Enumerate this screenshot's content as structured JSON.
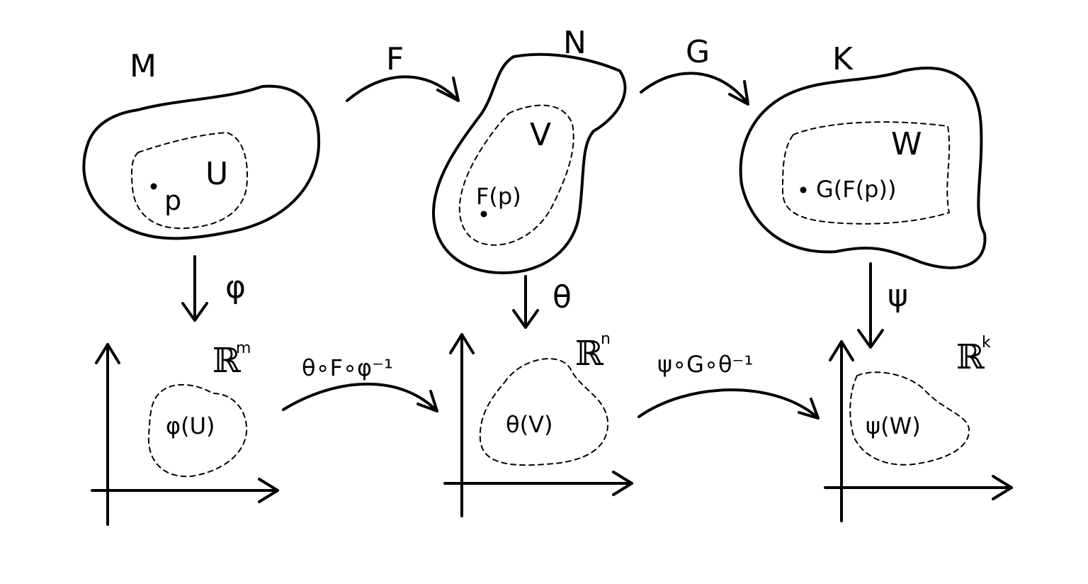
{
  "manifolds": {
    "M": {
      "name": "M",
      "open_set": "U",
      "point": "p"
    },
    "N": {
      "name": "N",
      "open_set": "V",
      "point": "F(p)"
    },
    "K": {
      "name": "K",
      "open_set": "W",
      "point": "G(F(p))"
    }
  },
  "maps": {
    "F": "F",
    "G": "G",
    "phi": "φ",
    "theta": "θ",
    "psi": "ψ",
    "transition_1": "θ∘F∘φ⁻¹",
    "transition_2": "ψ∘G∘θ⁻¹"
  },
  "spaces": {
    "Rm": {
      "base": "ℝ",
      "exp": "m",
      "region": "φ(U)"
    },
    "Rn": {
      "base": "ℝ",
      "exp": "n",
      "region": "θ(V)"
    },
    "Rk": {
      "base": "ℝ",
      "exp": "k",
      "region": "ψ(W)"
    }
  }
}
